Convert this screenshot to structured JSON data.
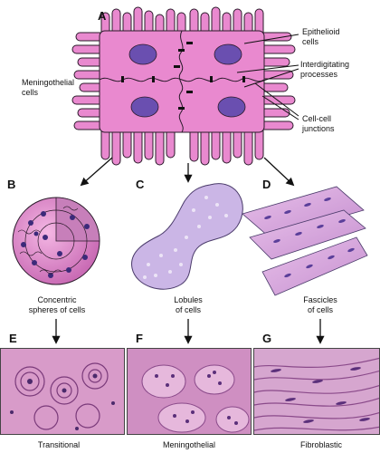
{
  "panels": {
    "A": "A",
    "B": "B",
    "C": "C",
    "D": "D",
    "E": "E",
    "F": "F",
    "G": "G"
  },
  "labels": {
    "meningothelial_cells": "Meningothelial\ncells",
    "epithelioid_cells": "Epithelioid\ncells",
    "interdigitating_processes": "Interdigitating\nprocesses",
    "cell_cell_junctions": "Cell-cell\njunctions",
    "concentric_spheres": "Concentric\nspheres of cells",
    "lobules": "Lobules\nof cells",
    "fascicles": "Fascicles\nof cells",
    "transitional": "Transitional",
    "meningothelial": "Meningothelial",
    "fibroblastic": "Fibroblastic"
  },
  "colors": {
    "cell_fill": "#e989cf",
    "cell_stroke": "#2a1a2a",
    "nucleus": "#6a4fb0",
    "lobule_fill": "#cbb6e6",
    "fascicle_fill": "#d9a8de",
    "tissue_bg": "#d89bc9"
  }
}
